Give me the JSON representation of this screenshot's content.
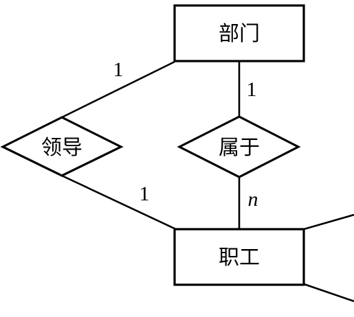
{
  "entities": {
    "department": "部门",
    "employee": "职工"
  },
  "relationships": {
    "lead": "领导",
    "belong": "属于"
  },
  "cardinalities": {
    "lead_department": "1",
    "lead_employee": "1",
    "belong_department": "1",
    "belong_employee": "n"
  }
}
